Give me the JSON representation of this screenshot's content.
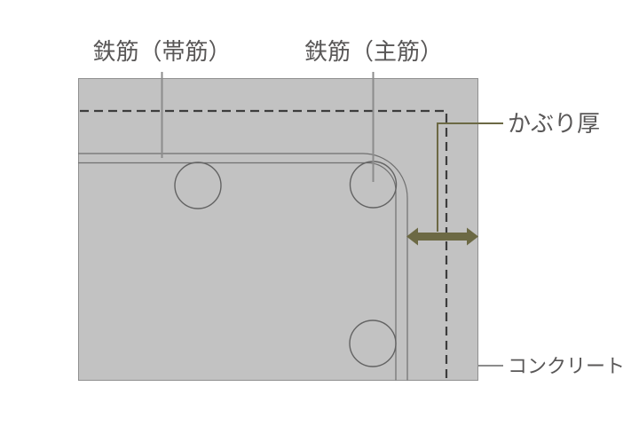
{
  "diagram": {
    "description": "Cross-section of a reinforced concrete column showing concrete cover thickness",
    "labels": {
      "hoop_rebar": "鉄筋（帯筋）",
      "main_rebar": "鉄筋（主筋）",
      "cover_thickness": "かぶり厚",
      "concrete": "コンクリート"
    },
    "colors": {
      "background": "#ffffff",
      "concrete_fill": "#c2c2c2",
      "concrete_outline": "#909090",
      "rebar_outline": "#707070",
      "rebar_circle_outline": "#636363",
      "dashed_cover_line": "#3d3d3d",
      "leader_line_gray": "#8c8c8c",
      "accent_olive": "#6c6944",
      "label_text": "#595757"
    }
  }
}
